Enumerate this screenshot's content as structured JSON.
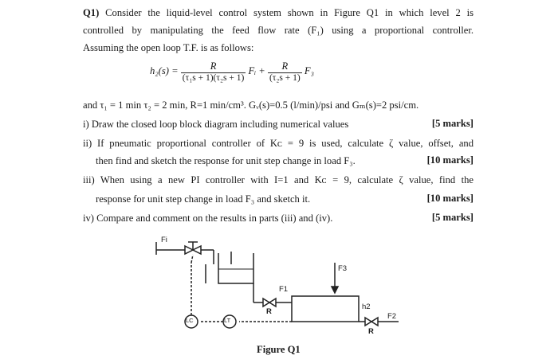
{
  "q1": {
    "number": "Q1)",
    "line1": "Consider the liquid-level control system shown in Figure Q1 in which level 2 is",
    "line2": "controlled by manipulating the feed flow rate (F₁) using a proportional controller.",
    "line3": "Assuming the open loop T.F. is as follows:"
  },
  "equation": {
    "lhs": "h₂(s) =",
    "frac1_num": "R",
    "frac1_den": "(τ₁s + 1)(τ₂s + 1)",
    "term1": "Fᵢ +",
    "frac2_num": "R",
    "frac2_den": "(τ₂s + 1)",
    "term2": "F₃"
  },
  "params": "and τ₁ = 1 min τ₂ = 2 min, R=1 min/cm³. Gᵥ(s)=0.5 (l/min)/psi and Gₘ(s)=2 psi/cm.",
  "parts": [
    {
      "text": "i) Draw the closed loop block diagram including numerical values",
      "mark": "[5 marks]"
    },
    {
      "text": "ii) If pneumatic proportional controller of Kᴄ = 9 is used, calculate ζ value, offset, and"
    },
    {
      "text": "then find and sketch the response for unit step change in load F₃.",
      "mark": "[10 marks]"
    },
    {
      "text": "iii) When using a new PI controller with I=1 and Kᴄ = 9, calculate ζ value, find the"
    },
    {
      "text": "response for unit step change in load F₃ and sketch it.",
      "mark": "[10 marks]"
    },
    {
      "text": "iv) Compare and comment on the results in parts (iii) and (iv).",
      "mark": "[5 marks]"
    }
  ],
  "figure": {
    "label_fi": "Fi",
    "label_f1": "F1",
    "label_f3": "F3",
    "label_h2": "h2",
    "label_f2": "F2",
    "label_r1": "R",
    "label_r2": "R",
    "label_lc": "LC",
    "label_lt": "LT",
    "caption": "Figure Q1"
  }
}
